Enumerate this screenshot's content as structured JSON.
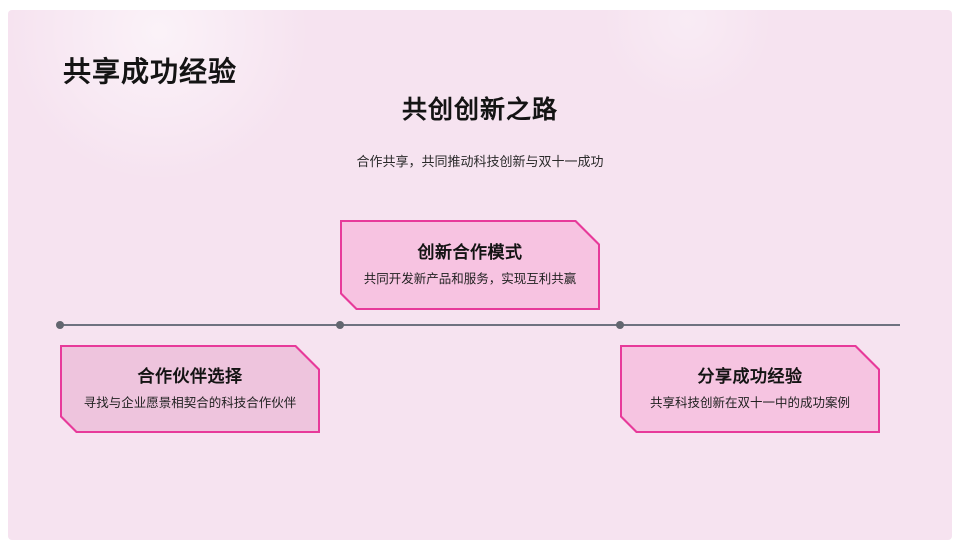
{
  "slide": {
    "page_title": "共享成功经验",
    "heading": "共创创新之路",
    "subtitle": "合作共享，共同推动科技创新与双十一成功",
    "colors": {
      "page_background": "#ffffff",
      "slide_background": "#f6e3f0",
      "card_border": "#e73a9a",
      "card_fill_default": "#f7c3e1",
      "timeline_line": "#6e7280",
      "timeline_dot": "#62666f",
      "title_text": "#141414",
      "body_text": "#222222"
    },
    "timeline": {
      "dot_count": 3
    },
    "milestones": [
      {
        "title": "合作伙伴选择",
        "desc": "寻找与企业愿景相契合的科技合作伙伴",
        "fill": "#eec4dd",
        "placement": "below-line"
      },
      {
        "title": "创新合作模式",
        "desc": "共同开发新产品和服务，实现互利共赢",
        "fill": "#f7c3e1",
        "placement": "above-line"
      },
      {
        "title": "分享成功经验",
        "desc": "共享科技创新在双十一中的成功案例",
        "fill": "#f6c4e1",
        "placement": "below-line"
      }
    ]
  }
}
